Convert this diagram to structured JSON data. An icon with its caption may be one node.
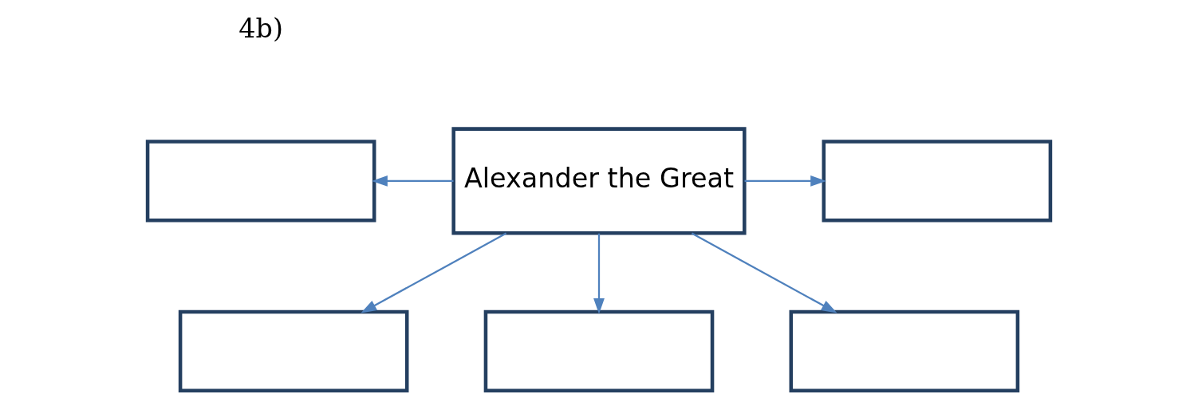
{
  "diagram": {
    "nodes": [
      {
        "text": [],
        "shape": "box"
      },
      {
        "text": [
          "Alexander the Great"
        ]
      },
      {
        "text": [],
        "shape": "box"
      },
      {
        "text": [],
        "shape": "box"
      },
      {
        "text": [],
        "shape": "box"
      },
      {
        "text": [],
        "shape": "box"
      }
    ],
    "edges": [
      {
        "from": 1,
        "to": 0,
        "arrow": "to"
      },
      {
        "from": 1,
        "to": 2,
        "arrow": "to"
      },
      {
        "from": 1,
        "to": 3,
        "arrow": "to"
      },
      {
        "from": 1,
        "to": 5,
        "arrow": "to"
      },
      {
        "from": 1,
        "to": 4,
        "arrow": "to"
      }
    ],
    "labels": [
      "4b)"
    ]
  }
}
